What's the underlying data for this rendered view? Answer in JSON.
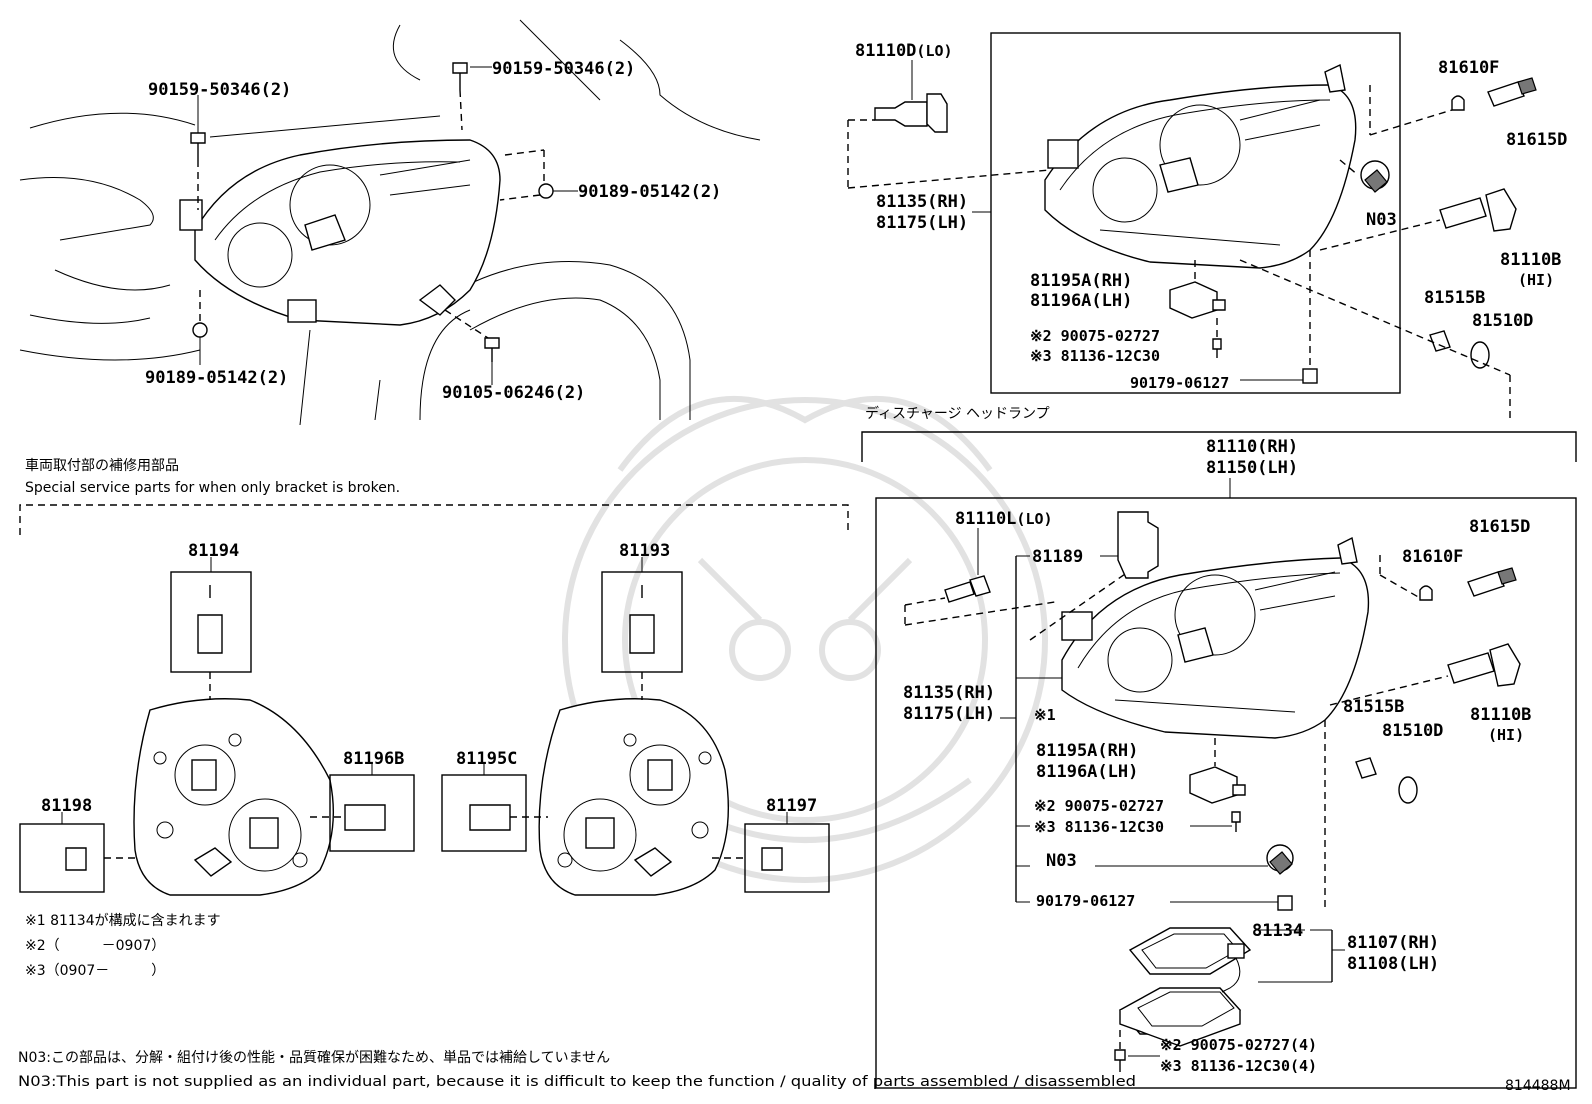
{
  "diagram_code": "814488M",
  "headings": {
    "discharge_jp": "ディスチャージ ヘッドランプ",
    "bracket_jp": "車両取付部の補修用部品",
    "bracket_en": "Special service parts for when only bracket is broken."
  },
  "notes": {
    "note1": "※1 81134が構成に含まれます",
    "note2": "※2（　　　－0907）",
    "note3": "※3（0907－　　　）",
    "n03_jp": "N03:この部品は、分解・組付け後の性能・品質確保が困難なため、単品では補給していません",
    "n03_en": "N03:This part is not supplied as an individual part, because it is difficult to keep the function / quality of parts assembled / disassembled"
  },
  "top_left": {
    "bolt_a": "90159-50346(2)",
    "bolt_b": "90159-50346(2)",
    "screw_a": "90189-05142(2)",
    "screw_b": "90189-05142(2)",
    "bolt_c": "90105-06246(2)"
  },
  "top_right": {
    "bulb_lo": "81110D",
    "bulb_lo_suffix": "(LO)",
    "housing_rh": "81135(RH)",
    "housing_lh": "81175(LH)",
    "bracket_rh": "81195A(RH)",
    "bracket_lh": "81196A(LH)",
    "note_screw": "※2  90075-02727",
    "note_bolt": "※3  81136-12C30",
    "clip": "90179-06127",
    "bulb_f": "81610F",
    "socket_d": "81615D",
    "n03": "N03",
    "bulb_hi": "81110B",
    "bulb_hi_suffix": "(HI)",
    "socket_b": "81515B",
    "bulb_d": "81510D"
  },
  "bottom_right": {
    "assy_rh": "81110(RH)",
    "assy_lh": "81150(LH)",
    "bulb_lo": "81110L",
    "bulb_lo_suffix": "(LO)",
    "cover": "81189",
    "socket_d": "81615D",
    "bulb_f": "81610F",
    "housing_rh": "81135(RH)",
    "housing_lh": "81175(LH)",
    "mark": "※1",
    "socket_b": "81515B",
    "bulb_d": "81510D",
    "bulb_hi": "81110B",
    "bulb_hi_suffix": "(HI)",
    "bracket_rh": "81195A(RH)",
    "bracket_lh": "81196A(LH)",
    "note_screw": "※2  90075-02727",
    "note_bolt": "※3  81136-12C30",
    "n03": "N03",
    "clip": "90179-06127",
    "ballast": "81134",
    "comp_rh": "81107(RH)",
    "comp_lh": "81108(LH)",
    "note_screw4": "※2  90075-02727(4)",
    "note_bolt4": "※3  81136-12C30(4)"
  },
  "bracket_parts": {
    "p81194": "81194",
    "p81193": "81193",
    "p81196b": "81196B",
    "p81195c": "81195C",
    "p81198": "81198",
    "p81197": "81197"
  }
}
